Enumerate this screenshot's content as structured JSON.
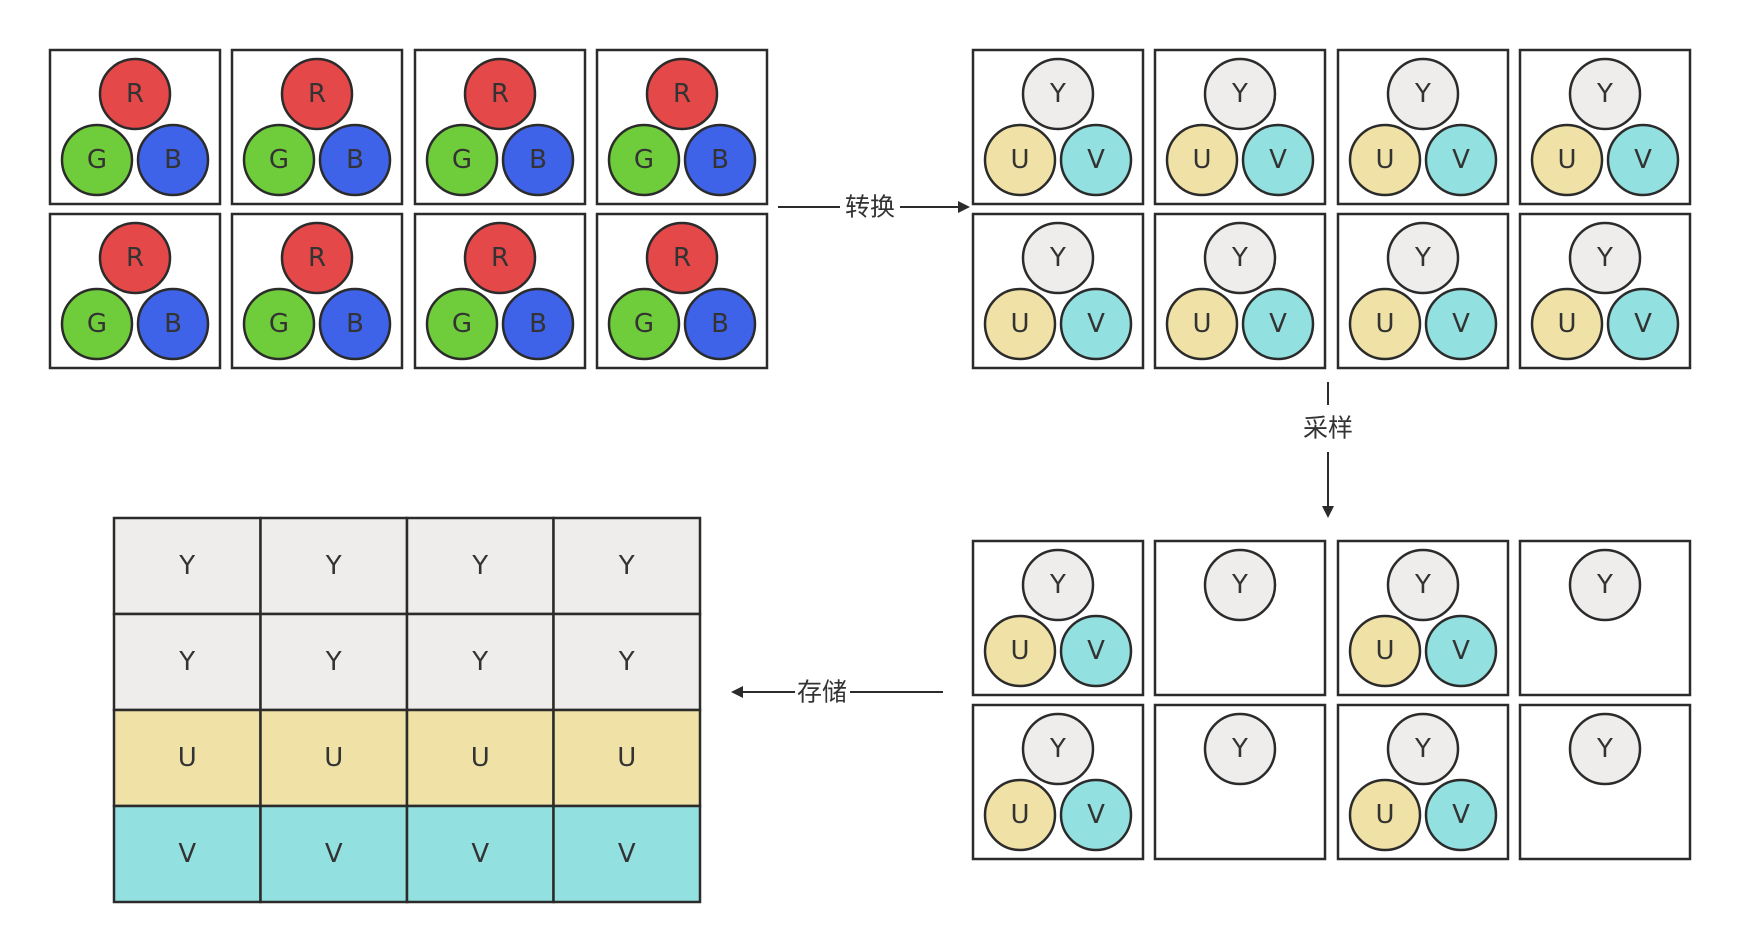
{
  "colors": {
    "R": "#e54848",
    "G": "#6fcc3a",
    "B": "#3f63e8",
    "Y": "#efedeb",
    "U": "#f0e2a6",
    "V": "#92e0e0",
    "stroke": "#2b2b2b",
    "box_fill": "#ffffff"
  },
  "rgb_grid": {
    "rows": 2,
    "cols": 4,
    "channels": {
      "top": "R",
      "bottom_left": "G",
      "bottom_right": "B"
    }
  },
  "yuv_grid": {
    "rows": 2,
    "cols": 4,
    "channels": {
      "top": "Y",
      "bottom_left": "U",
      "bottom_right": "V"
    }
  },
  "sampled_grid": {
    "rows": 2,
    "cols": 4,
    "channels": {
      "top": "Y",
      "bottom_left": "U",
      "bottom_right": "V"
    },
    "full_cells": [
      0,
      2,
      4,
      6
    ]
  },
  "storage": {
    "rows": [
      {
        "label": "Y",
        "color": "Y"
      },
      {
        "label": "Y",
        "color": "Y"
      },
      {
        "label": "U",
        "color": "U"
      },
      {
        "label": "V",
        "color": "V"
      }
    ],
    "cols": 4
  },
  "arrows": {
    "convert": "转换",
    "sample": "采样",
    "store": "存储"
  }
}
